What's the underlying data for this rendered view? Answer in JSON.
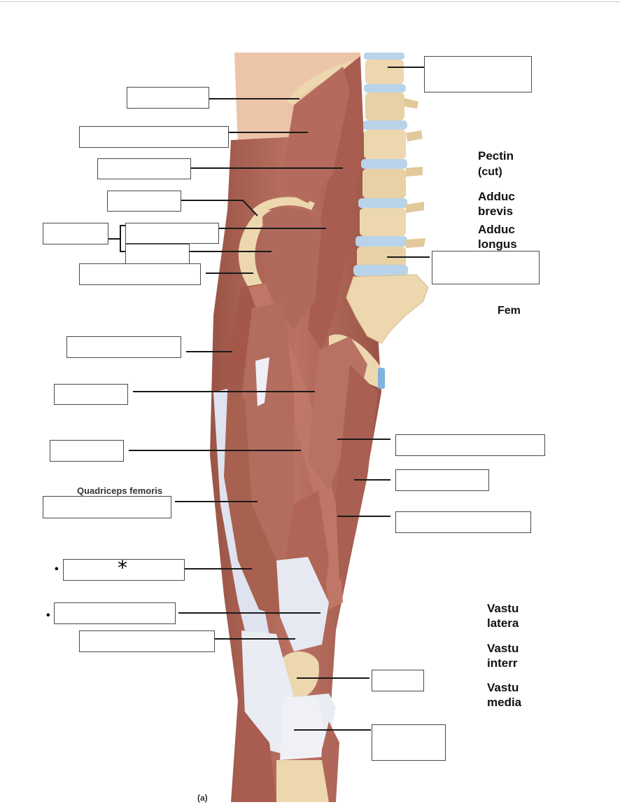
{
  "labels": {
    "pectineus": "Pectin",
    "pectineus_note": "(cut)",
    "adductor_brevis_1": "Adduc",
    "adductor_brevis_2": "brevis",
    "adductor_longus_1": "Adduc",
    "adductor_longus_2": "longus",
    "femur": "Fem",
    "quadriceps": "Quadriceps femoris",
    "vastus_lateralis_1": "Vastu",
    "vastus_lateralis_2": "latera",
    "vastus_intermedius_1": "Vastu",
    "vastus_intermedius_2": "interr",
    "vastus_medialis_1": "Vastu",
    "vastus_medialis_2": "media",
    "figure_tag": "(a)",
    "asterisk": "*",
    "bullet": "•"
  },
  "colors": {
    "muscle": "#b2675a",
    "muscle_dark": "#8f4a3f",
    "muscle_light": "#c98a7c",
    "tendon": "#e6e9f1",
    "bone": "#ecd7ae",
    "disc": "#b9d4ea",
    "skin": "#e9bfa3"
  }
}
